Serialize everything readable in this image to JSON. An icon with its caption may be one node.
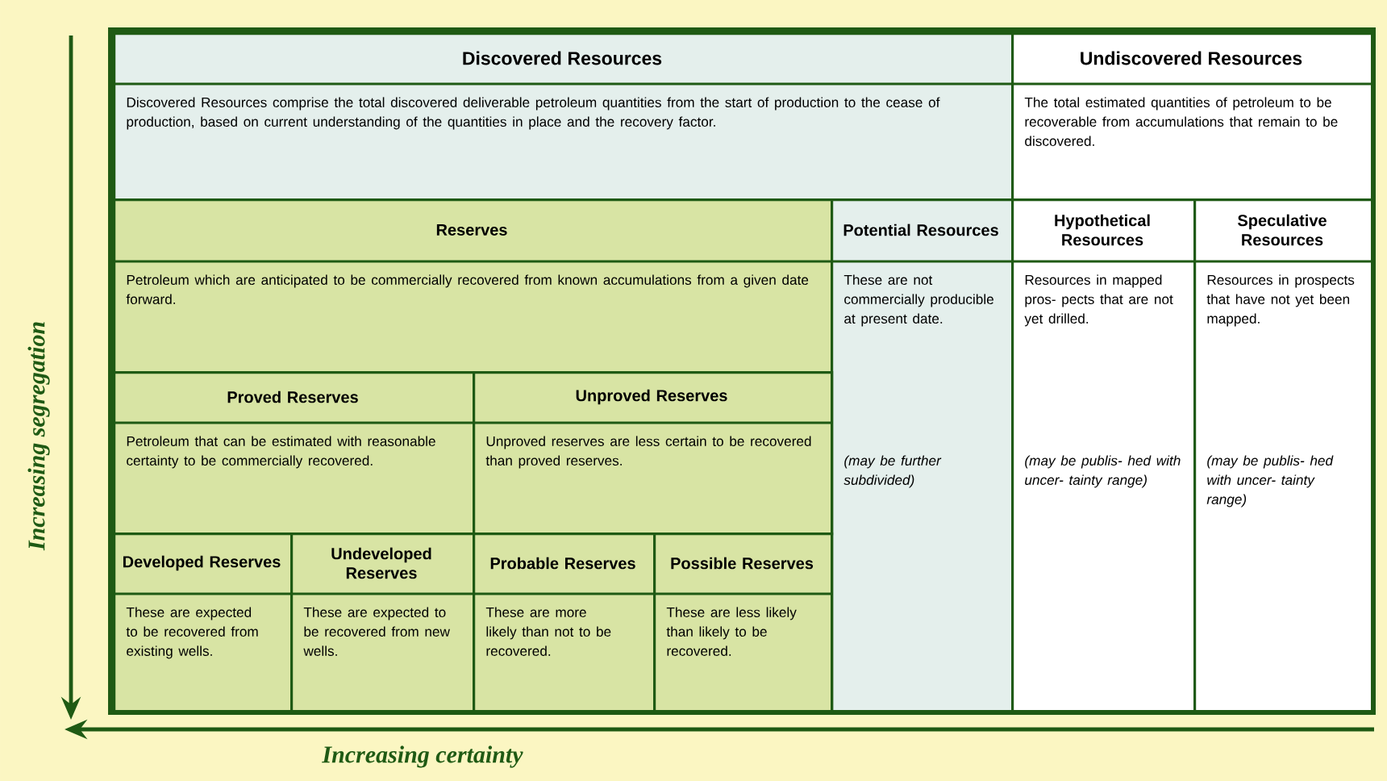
{
  "diagram": {
    "nodes": [
      {
        "text": [
          "Discovered Resources",
          "Discovered Resources comprise the total discovered deliverable petroleum quantities from the start of production to the cease of production, based on current understanding of the quantities in place and the recovery factor."
        ]
      },
      {
        "text": [
          "Undiscovered Resources",
          "The total estimated quantities of petroleum to be recoverable from accumulations that remain to be discovered."
        ]
      },
      {
        "text": [
          "Reserves",
          "Petroleum which are anticipated to be commercially recovered from known accumulations from a given date forward."
        ]
      },
      {
        "text": [
          "Potential Resources",
          "These are not commercially producible at present date.",
          "(may be further subdivided)"
        ]
      },
      {
        "text": [
          "Hypothetical Resources",
          "Resources in mapped pros- pects that are not yet drilled.",
          "(may be publis- hed with uncer- tainty range)"
        ]
      },
      {
        "text": [
          "Speculative Resources",
          "Resources in prospects that have not yet been mapped.",
          "(may be publis- hed with uncer- tainty range)"
        ]
      },
      {
        "text": [
          "Proved Reserves",
          "Petroleum that can be estimated with reasonable certainty to be commercially recovered."
        ]
      },
      {
        "text": [
          "Unproved Reserves",
          "Unproved reserves are less certain to be recovered than proved reserves."
        ]
      },
      {
        "text": [
          "Developed Reserves",
          "These are expected to be recovered from existing wells."
        ]
      },
      {
        "text": [
          "Undeveloped Reserves",
          "These are expected to be recovered from new wells."
        ]
      },
      {
        "text": [
          "Probable Reserves",
          "These are more likely than not to be recovered."
        ]
      },
      {
        "text": [
          "Possible Reserves",
          "These are less likely than likely to be recovered."
        ]
      }
    ],
    "labels": [
      "Increasing segregation",
      "Increasing certainty"
    ]
  }
}
